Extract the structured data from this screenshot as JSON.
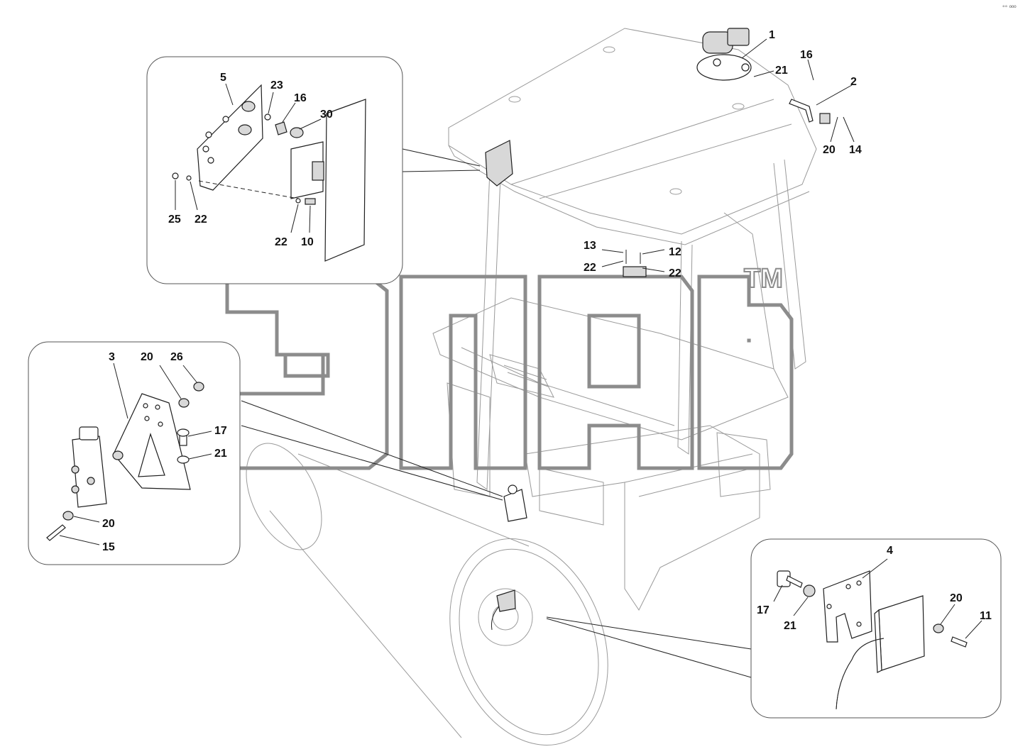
{
  "watermark": {
    "text": "элеb",
    "trademark": "TM"
  },
  "corner_mark": "°° ººº",
  "callouts": {
    "main": {
      "c1": "1",
      "c21": "21",
      "c16": "16",
      "c2": "2",
      "c20": "20",
      "c14": "14",
      "c13": "13",
      "c12": "12",
      "c22a": "22",
      "c22b": "22"
    },
    "inset_top": {
      "c5": "5",
      "c23": "23",
      "c16": "16",
      "c30": "30",
      "c25": "25",
      "c22a": "22",
      "c22b": "22",
      "c10": "10"
    },
    "inset_left": {
      "c3": "3",
      "c20a": "20",
      "c26": "26",
      "c17": "17",
      "c21": "21",
      "c20b": "20",
      "c15": "15"
    },
    "inset_right": {
      "c4": "4",
      "c17": "17",
      "c21": "21",
      "c20": "20",
      "c11": "11"
    }
  }
}
